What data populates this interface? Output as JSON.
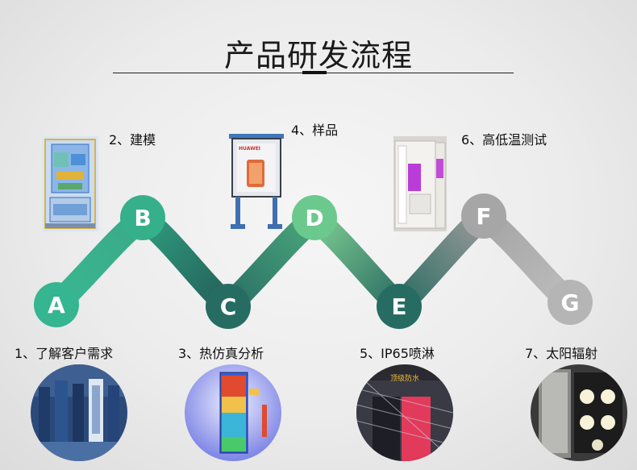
{
  "page_title": "产品研发流程",
  "nodes": [
    {
      "letter": "A",
      "color": "#35b590"
    },
    {
      "letter": "B",
      "color": "#36b08a"
    },
    {
      "letter": "C",
      "color": "#266c62"
    },
    {
      "letter": "D",
      "color": "#6cc98e"
    },
    {
      "letter": "E",
      "color": "#266c62"
    },
    {
      "letter": "F",
      "color": "#a6a6a6"
    },
    {
      "letter": "G",
      "color": "#b5b5b5"
    }
  ],
  "steps": [
    {
      "label": "1、了解客户需求"
    },
    {
      "label": "2、建模"
    },
    {
      "label": "3、热仿真分析"
    },
    {
      "label": "4、样品"
    },
    {
      "label": "5、IP65喷淋"
    },
    {
      "label": "6、高低温测试"
    },
    {
      "label": "7、太阳辐射"
    }
  ],
  "photo_text": {
    "sample_brand": "HUAWEI",
    "spray_caption": "顶级防水"
  }
}
